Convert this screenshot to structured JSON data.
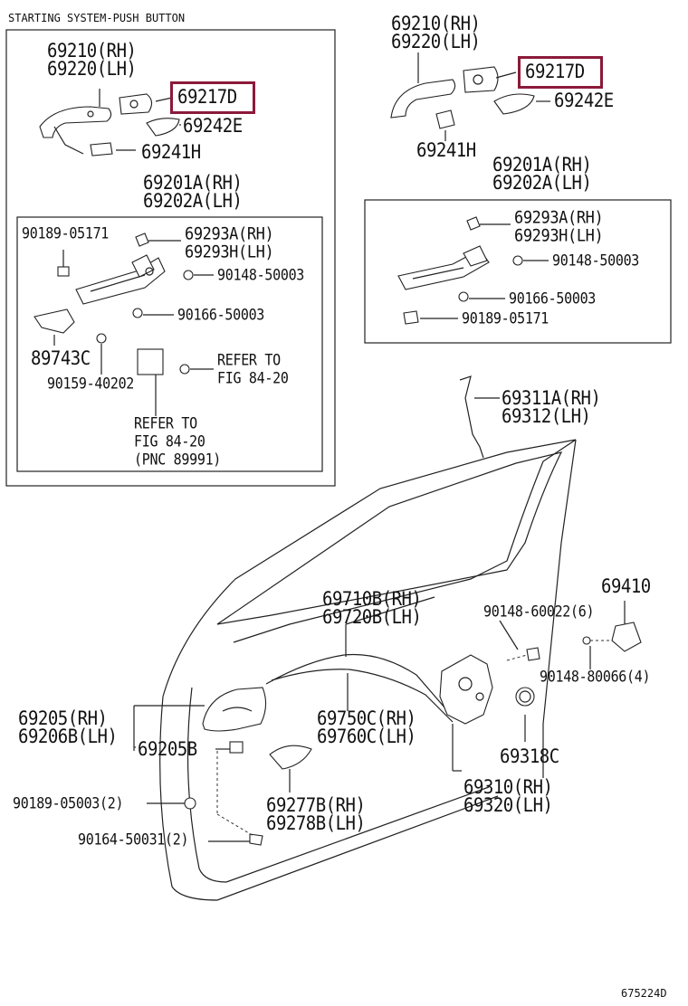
{
  "header": {
    "title": "STARTING SYSTEM-PUSH BUTTON"
  },
  "highlight_color": "#8b1a3a",
  "left_panel": {
    "handle_rh": "69210(RH)",
    "handle_lh": "69220(LH)",
    "cap_part": "69217D",
    "pad_part": "69242E",
    "pad2_part": "69241H",
    "frame_rh": "69201A(RH)",
    "frame_lh": "69202A(LH)",
    "inner": {
      "bolt_a": "90189-05171",
      "clip_rh": "69293A(RH)",
      "clip_lh": "69293H(LH)",
      "screw_a": "90148-50003",
      "screw_b": "90166-50003",
      "bracket": "89743C",
      "bolt_b": "90159-40202",
      "refer1_a": "REFER TO",
      "refer1_b": "FIG 84-20",
      "refer2_a": "REFER TO",
      "refer2_b": "FIG 84-20",
      "refer2_c": "(PNC 89991)"
    }
  },
  "right_panel": {
    "handle_rh": "69210(RH)",
    "handle_lh": "69220(LH)",
    "cap_part": "69217D",
    "pad_part": "69242E",
    "pad2_part": "69241H",
    "frame_rh": "69201A(RH)",
    "frame_lh": "69202A(LH)",
    "inner": {
      "clip_rh": "69293A(RH)",
      "clip_lh": "69293H(LH)",
      "screw_a": "90148-50003",
      "screw_b": "90166-50003",
      "bolt_a": "90189-05171"
    }
  },
  "door": {
    "rod_rh": "69311A(RH)",
    "rod_lh": "69312(LH)",
    "striker": "69410",
    "cable1_rh": "69710B(RH)",
    "cable1_lh": "69720B(LH)",
    "screw_c": "90148-60022(6)",
    "screw_d": "90148-80066(4)",
    "inner_handle_rh": "69205(RH)",
    "inner_handle_lh": "69206B(LH)",
    "cable2_rh": "69750C(RH)",
    "cable2_lh": "69760C(LH)",
    "cover": "69205B",
    "seal": "69318C",
    "bolt_c": "90189-05003(2)",
    "lock_rh": "69310(RH)",
    "lock_lh": "69320(LH)",
    "bezel_rh": "69277B(RH)",
    "bezel_lh": "69278B(LH)",
    "screw_e": "90164-50031(2)"
  },
  "footer": {
    "code": "675224D"
  }
}
